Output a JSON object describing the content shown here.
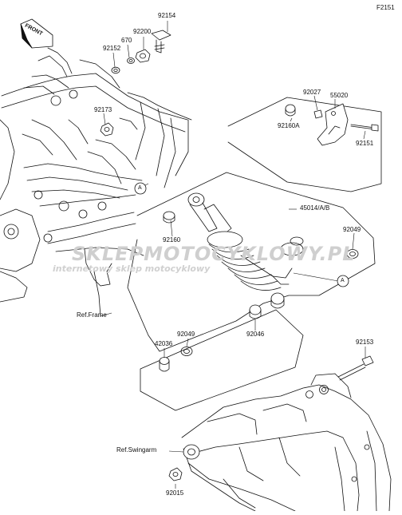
{
  "figure_code": "F2151",
  "front_label": "FRONT",
  "watermark": {
    "main": "SKLEPMOTOCYKLOWY.PL",
    "sub": "internetowy sklep motocyklowy"
  },
  "callouts": [
    {
      "id": "c92154",
      "text": "92154"
    },
    {
      "id": "c670",
      "text": "670"
    },
    {
      "id": "c92200",
      "text": "92200"
    },
    {
      "id": "c92152",
      "text": "92152"
    },
    {
      "id": "c92173",
      "text": "92173"
    },
    {
      "id": "c92027",
      "text": "92027"
    },
    {
      "id": "c55020",
      "text": "55020"
    },
    {
      "id": "c92160A",
      "text": "92160A"
    },
    {
      "id": "c92151",
      "text": "92151"
    },
    {
      "id": "c45014",
      "text": "45014/A/B"
    },
    {
      "id": "c92160",
      "text": "92160"
    },
    {
      "id": "c92049a",
      "text": "92049"
    },
    {
      "id": "c92049b",
      "text": "92049"
    },
    {
      "id": "c92046",
      "text": "92046"
    },
    {
      "id": "c42036",
      "text": "42036"
    },
    {
      "id": "c92153",
      "text": "92153"
    },
    {
      "id": "c92015",
      "text": "92015"
    }
  ],
  "references": {
    "frame": "Ref.Frame",
    "swingarm": "Ref.Swingarm"
  },
  "circle_markers": [
    "A",
    "A"
  ]
}
